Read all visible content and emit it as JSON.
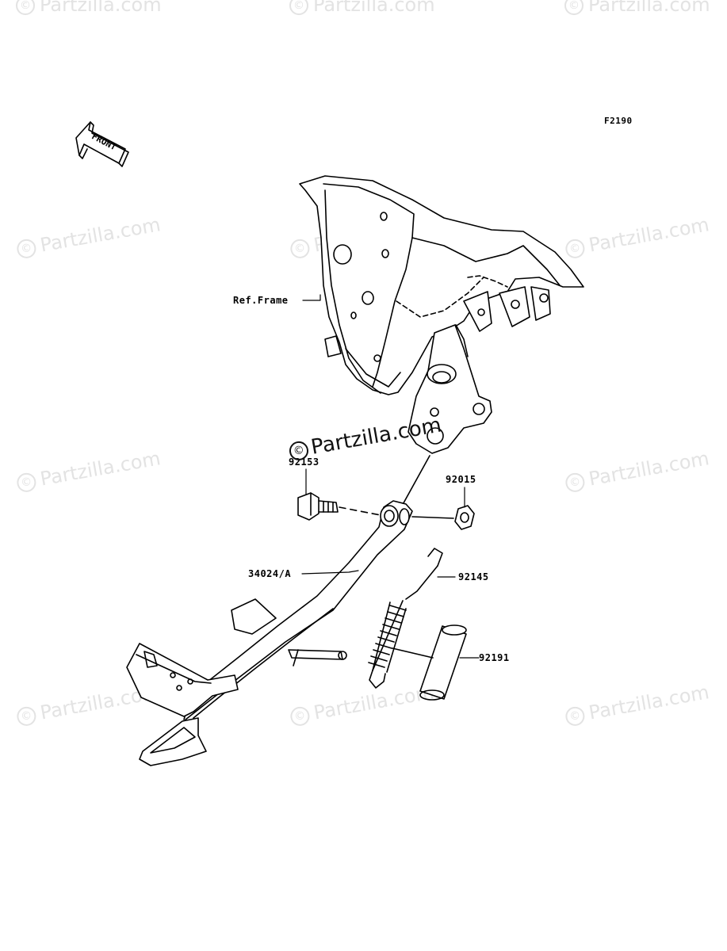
{
  "diagram": {
    "code": "F2190",
    "front_arrow": "FRONT",
    "labels": {
      "ref_frame": "Ref.Frame",
      "p92153": "92153",
      "p92015": "92015",
      "p34024": "34024/A",
      "p92145": "92145",
      "p92191": "92191"
    }
  },
  "watermark": {
    "symbol": "©",
    "text": "Partzilla.com"
  }
}
